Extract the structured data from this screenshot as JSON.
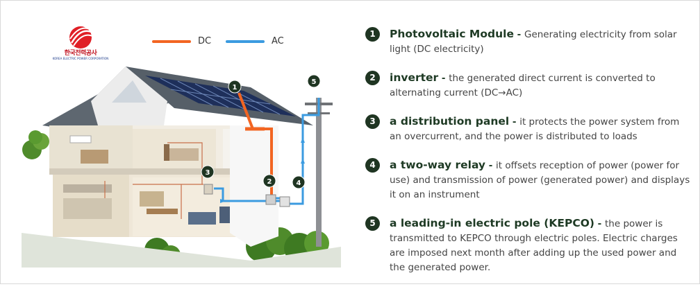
{
  "logo": {
    "name": "한국전력공사",
    "subtitle": "KOREA ELECTRIC POWER CORPORATION"
  },
  "legend": [
    {
      "label": "DC",
      "color": "#f26522"
    },
    {
      "label": "AC",
      "color": "#3b9be0"
    }
  ],
  "markers": [
    "1",
    "2",
    "3",
    "4",
    "5"
  ],
  "items": [
    {
      "num": "1",
      "title": "Photovoltaic Module",
      "sep": " - ",
      "desc": "Generating electricity from solar light (DC electricity)"
    },
    {
      "num": "2",
      "title": "inverter",
      "sep": " - ",
      "desc": "the generated direct current is converted to alternating current (DC→AC)"
    },
    {
      "num": "3",
      "title": "a distribution panel",
      "sep": " - ",
      "desc": "it protects the power system from an overcurrent, and the power is distributed to loads"
    },
    {
      "num": "4",
      "title": "a two-way relay",
      "sep": " - ",
      "desc": "it offsets reception of power (power for use) and transmission of power (generated power) and displays it on an instrument"
    },
    {
      "num": "5",
      "title": "a leading-in electric pole (KEPCO)",
      "sep": "  - ",
      "desc": "the power is transmitted to KEPCO through electric poles. Electric charges are imposed next month after adding up the used power and the generated power."
    }
  ]
}
